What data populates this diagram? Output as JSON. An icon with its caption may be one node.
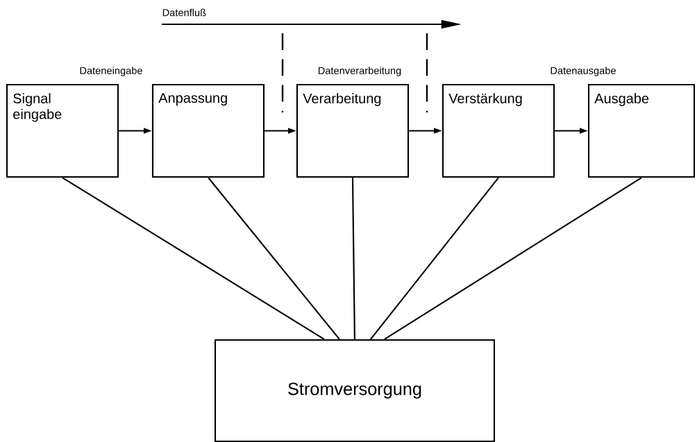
{
  "diagram": {
    "nodes": [
      {
        "text": [
          "Signal eingabe"
        ]
      },
      {
        "text": [
          "Anpassung"
        ]
      },
      {
        "text": [
          "Verarbeitung"
        ]
      },
      {
        "text": [
          "Verstärkung"
        ]
      },
      {
        "text": [
          "Ausgabe"
        ]
      },
      {
        "text": [
          "Stromversorgung"
        ]
      }
    ],
    "edges": [
      {
        "from": 0,
        "to": 1,
        "arrow": "to"
      },
      {
        "from": 1,
        "to": 2,
        "arrow": "to"
      },
      {
        "from": 2,
        "to": 3,
        "arrow": "to"
      },
      {
        "from": 3,
        "to": 4,
        "arrow": "to"
      },
      {
        "from": 0,
        "to": 5,
        "arrow": "none"
      },
      {
        "from": 1,
        "to": 5,
        "arrow": "none"
      },
      {
        "from": 2,
        "to": 5,
        "arrow": "none"
      },
      {
        "from": 3,
        "to": 5,
        "arrow": "none"
      },
      {
        "from": 4,
        "to": 5,
        "arrow": "none"
      }
    ],
    "labels": [
      "Datenfluß",
      "Dateneingabe",
      "Datenverarbeitung",
      "Datenausgabe"
    ]
  }
}
